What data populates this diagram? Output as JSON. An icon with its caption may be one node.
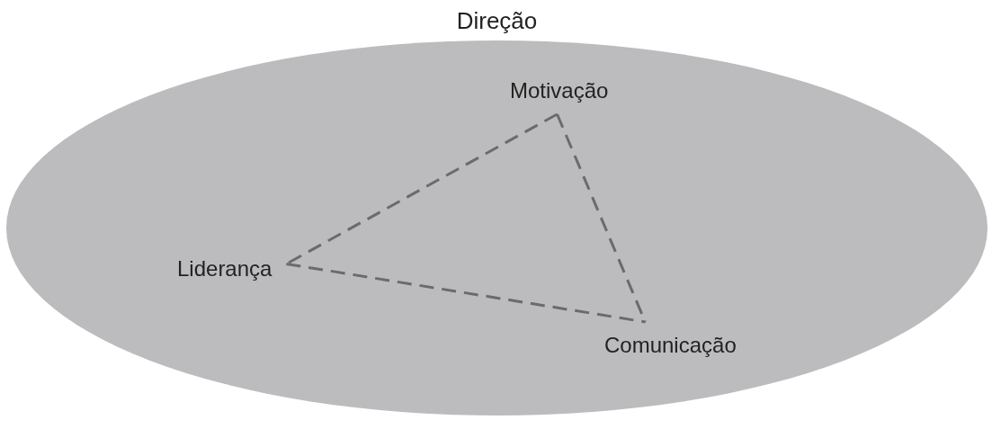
{
  "diagram": {
    "nodes": [
      {
        "text": [
          "Direção"
        ]
      },
      {
        "text": [
          "Motivação"
        ],
        "in": 0
      },
      {
        "text": [
          "Liderança"
        ],
        "in": 0
      },
      {
        "text": [
          "Comunicação"
        ],
        "in": 0
      }
    ],
    "edges": [
      {
        "from": 1,
        "to": 2,
        "arrow": "none",
        "style": "dashed"
      },
      {
        "from": 1,
        "to": 3,
        "arrow": "none",
        "style": "dashed"
      },
      {
        "from": 2,
        "to": 3,
        "arrow": "none",
        "style": "dashed"
      }
    ]
  }
}
